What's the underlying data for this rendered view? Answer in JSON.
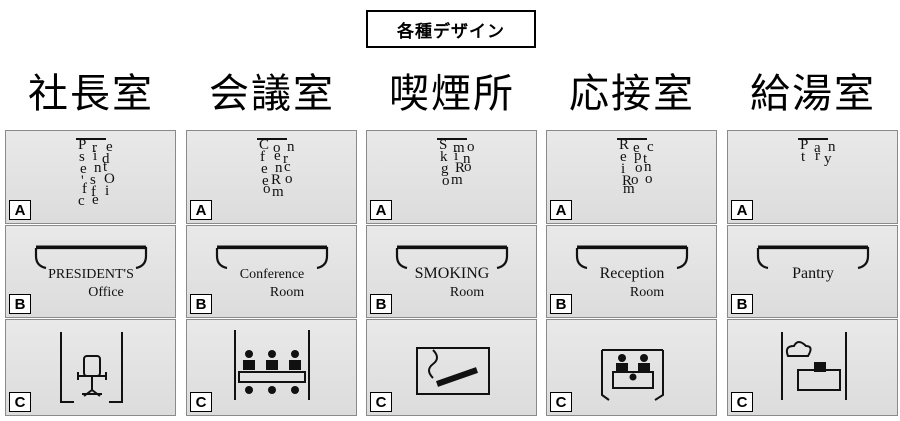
{
  "title": "各種デザイン",
  "rooms": [
    {
      "name": "社長室",
      "text_a": "President's Office",
      "text_b1": "PRESIDENT'S",
      "text_b2": "Office",
      "icon": "executive-chair-icon"
    },
    {
      "name": "会議室",
      "text_a": "Conference Room",
      "text_b1": "Conference",
      "text_b2": "Room",
      "icon": "meeting-table-icon"
    },
    {
      "name": "喫煙所",
      "text_a": "Smoking Room",
      "text_b1": "SMOKING",
      "text_b2": "Room",
      "icon": "cigarette-smoke-icon"
    },
    {
      "name": "応接室",
      "text_a": "Reception Room",
      "text_b1": "Reception",
      "text_b2": "Room",
      "icon": "reception-sofa-icon"
    },
    {
      "name": "給湯室",
      "text_a": "Pantry",
      "text_b1": "Pantry",
      "text_b2": "",
      "icon": "kettle-counter-icon"
    }
  ],
  "variants": [
    "A",
    "B",
    "C"
  ]
}
